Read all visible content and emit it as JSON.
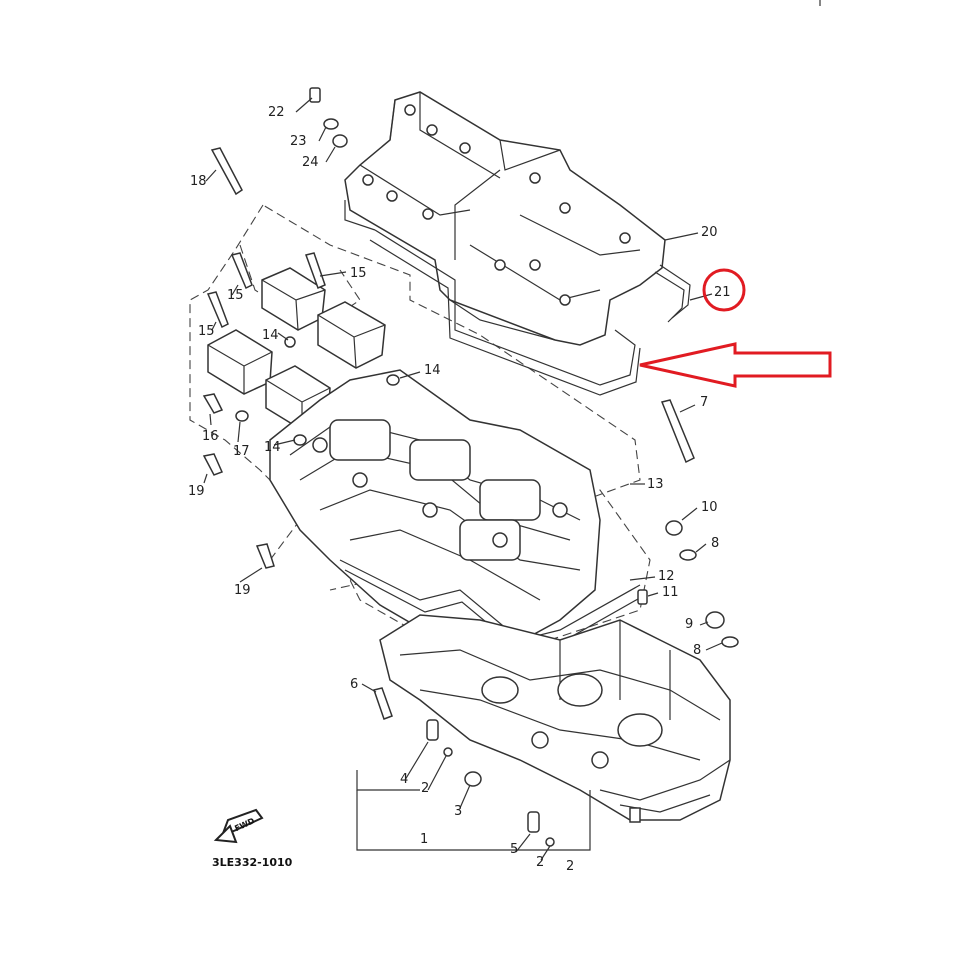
{
  "diagram": {
    "catalog_code": "3LE332-1010",
    "direction_badge": "FWD",
    "part_numbers": [
      "1",
      "2",
      "2",
      "2",
      "3",
      "4",
      "5",
      "6",
      "7",
      "8",
      "8",
      "9",
      "10",
      "11",
      "12",
      "13",
      "14",
      "14",
      "14",
      "15",
      "15",
      "15",
      "16",
      "17",
      "18",
      "19",
      "19",
      "20",
      "21",
      "22",
      "23",
      "24"
    ],
    "highlight": {
      "ref": "21",
      "color": "#e11b22"
    }
  }
}
